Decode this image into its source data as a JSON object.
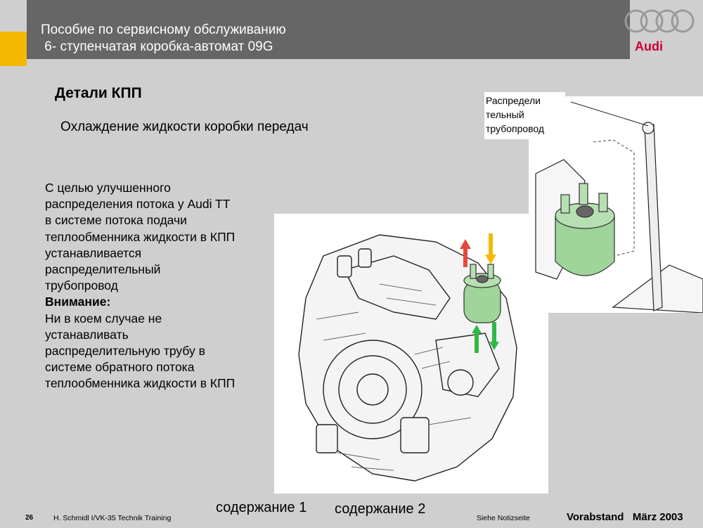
{
  "header": {
    "title_line1": "Пособие по сервисному обслуживанию",
    "title_line2": " 6- ступенчатая коробка-автомат 09G",
    "brand": "Audi"
  },
  "section_title": "Детали КПП",
  "subtitle": "Охлаждение жидкости коробки передач",
  "body": {
    "lines": [
      "С целью улучшенного",
      "распределения потока у Audi TT",
      "в системе потока подачи",
      "теплообменника жидкости в КПП",
      "устанавливается",
      "распределительный",
      "трубопровод"
    ],
    "warning_label": "Внимание:",
    "warning_lines": [
      "Ни в коем случае не",
      "устанавливать",
      "распределительную трубу в",
      "системе обратного потока",
      "теплообменника жидкости в КПП"
    ]
  },
  "callout": {
    "lines": [
      "Распредели",
      "тельный",
      "трубопровод"
    ]
  },
  "links": {
    "contents1": "содержание 1",
    "contents2": "содержание 2"
  },
  "footer": {
    "page_number": "26",
    "author": "H. Schmidl I/VK-35  Technik Training",
    "note": "Siehe Notizseite",
    "status": "Vorabstand   März 2003"
  },
  "colors": {
    "header_bg": "#666666",
    "accent_yellow": "#f5b800",
    "cooler_green": "#9fd49a",
    "arrow_red": "#e8483a",
    "arrow_orange": "#f5b800",
    "arrow_green": "#2fb84a",
    "audi_red": "#cc0033"
  }
}
